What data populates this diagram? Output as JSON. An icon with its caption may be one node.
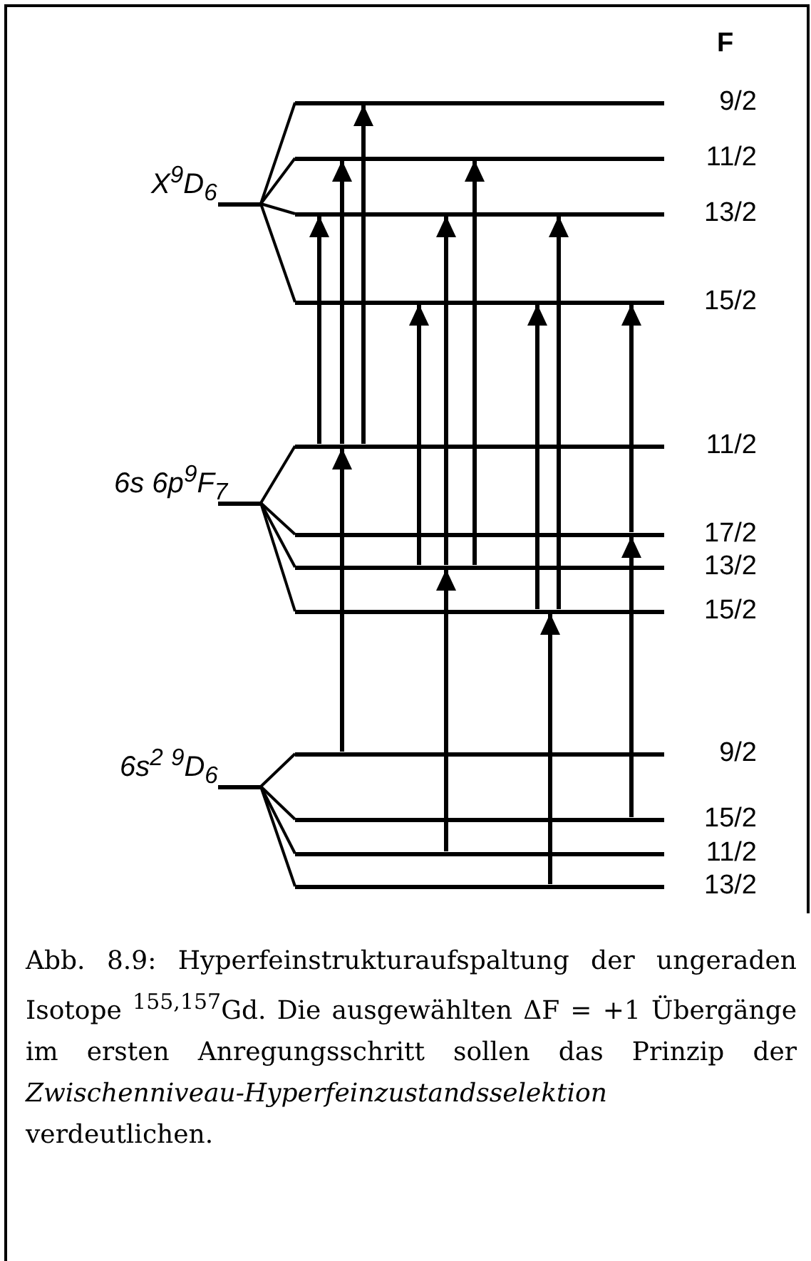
{
  "diagram": {
    "caption": "Abb. 8.9: Hyperfeinstrukturaufspaltung der ungeraden Isotope $^{155,157}$Gd. Die ausgewählten ΔF = +1 Übergänge im ersten Anregungsschritt sollen das Prinzip der *Zwischenniveau-Hyperfeinzustandsselektion* verdeutlichen.",
    "nodes": [
      {
        "text": [],
        "shape": "bar",
        "beside": [
          "X$^{9}$D$_{6}$"
        ]
      },
      {
        "text": [],
        "shape": "bar",
        "beside": [
          "9/2"
        ]
      },
      {
        "text": [],
        "shape": "bar",
        "beside": [
          "11/2"
        ]
      },
      {
        "text": [],
        "shape": "bar",
        "beside": [
          "13/2"
        ]
      },
      {
        "text": [],
        "shape": "bar",
        "beside": [
          "15/2"
        ]
      },
      {
        "text": [],
        "shape": "bar",
        "beside": [
          "6s 6p$^{9}$F$_{7}$"
        ]
      },
      {
        "text": [],
        "shape": "bar",
        "beside": [
          "11/2"
        ]
      },
      {
        "text": [],
        "shape": "bar",
        "beside": [
          "17/2"
        ]
      },
      {
        "text": [],
        "shape": "bar",
        "beside": [
          "13/2"
        ]
      },
      {
        "text": [],
        "shape": "bar",
        "beside": [
          "15/2"
        ]
      },
      {
        "text": [],
        "shape": "bar",
        "beside": [
          "6s$^{2}$ $^{9}$D$_{6}$"
        ]
      },
      {
        "text": [],
        "shape": "bar",
        "beside": [
          "9/2"
        ]
      },
      {
        "text": [],
        "shape": "bar",
        "beside": [
          "15/2"
        ]
      },
      {
        "text": [],
        "shape": "bar",
        "beside": [
          "11/2"
        ]
      },
      {
        "text": [],
        "shape": "bar",
        "beside": [
          "13/2"
        ]
      }
    ],
    "edges": [
      {
        "from": 0,
        "to": 1,
        "arrow": "none"
      },
      {
        "from": 0,
        "to": 2,
        "arrow": "none"
      },
      {
        "from": 0,
        "to": 3,
        "arrow": "none"
      },
      {
        "from": 0,
        "to": 4,
        "arrow": "none"
      },
      {
        "from": 5,
        "to": 6,
        "arrow": "none"
      },
      {
        "from": 5,
        "to": 7,
        "arrow": "none"
      },
      {
        "from": 5,
        "to": 8,
        "arrow": "none"
      },
      {
        "from": 5,
        "to": 9,
        "arrow": "none"
      },
      {
        "from": 10,
        "to": 11,
        "arrow": "none"
      },
      {
        "from": 10,
        "to": 12,
        "arrow": "none"
      },
      {
        "from": 10,
        "to": 13,
        "arrow": "none"
      },
      {
        "from": 10,
        "to": 14,
        "arrow": "none"
      },
      {
        "from": 6,
        "to": 3,
        "arrow": "to"
      },
      {
        "from": 11,
        "to": 6,
        "arrow": "to"
      },
      {
        "from": 6,
        "to": 2,
        "arrow": "to"
      },
      {
        "from": 6,
        "to": 1,
        "arrow": "to"
      },
      {
        "from": 8,
        "to": 4,
        "arrow": "to"
      },
      {
        "from": 13,
        "to": 8,
        "arrow": "to"
      },
      {
        "from": 8,
        "to": 3,
        "arrow": "to"
      },
      {
        "from": 8,
        "to": 2,
        "arrow": "to"
      },
      {
        "from": 9,
        "to": 4,
        "arrow": "to"
      },
      {
        "from": 14,
        "to": 9,
        "arrow": "to"
      },
      {
        "from": 9,
        "to": 3,
        "arrow": "to"
      },
      {
        "from": 12,
        "to": 7,
        "arrow": "to"
      },
      {
        "from": 7,
        "to": 4,
        "arrow": "to"
      }
    ],
    "labels": [
      "F"
    ]
  }
}
